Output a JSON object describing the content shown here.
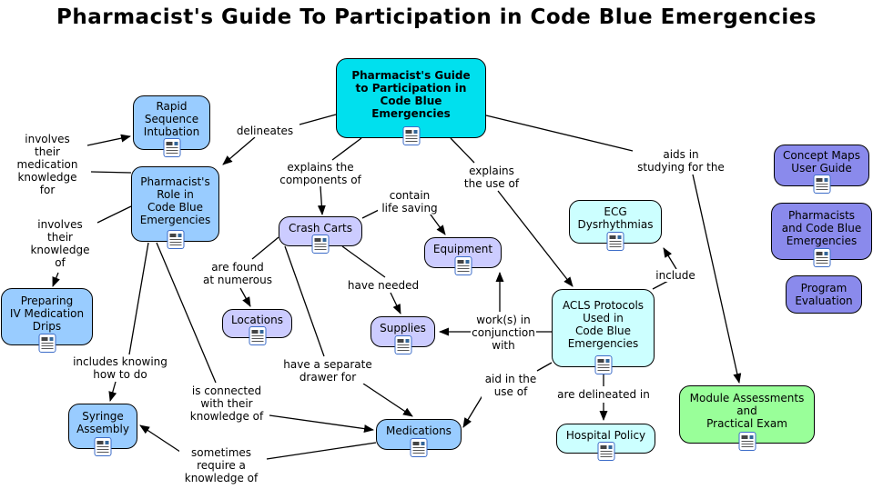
{
  "title": "Pharmacist's Guide To Participation in Code Blue Emergencies",
  "palette": {
    "main_node": "#00E0EE",
    "blue_node": "#99CCFF",
    "lavender_node": "#CCCCFF",
    "pale_cyan_node": "#CCFFFF",
    "green_node": "#99FF99",
    "periwinkle_node": "#8A8AEC",
    "line_color": "#000000",
    "node_border": "#000000"
  },
  "nodes": [
    {
      "id": "main",
      "label": "Pharmacist's Guide\nto Participation in\nCode Blue\nEmergencies",
      "color": "#00E0EE",
      "icon": "document-resource-icon"
    },
    {
      "id": "rapid-sequence-intubation",
      "label": "Rapid\nSequence\nIntubation",
      "color": "#99CCFF",
      "icon": "document-resource-icon"
    },
    {
      "id": "pharmacists-role",
      "label": "Pharmacist's\nRole in\nCode Blue\nEmergencies",
      "color": "#99CCFF",
      "icon": "document-resource-icon"
    },
    {
      "id": "preparing-iv-drips",
      "label": "Preparing\nIV Medication\nDrips",
      "color": "#99CCFF",
      "icon": "document-resource-icon"
    },
    {
      "id": "syringe-assembly",
      "label": "Syringe\nAssembly",
      "color": "#99CCFF",
      "icon": "document-resource-icon"
    },
    {
      "id": "crash-carts",
      "label": "Crash Carts",
      "color": "#CCCCFF",
      "icon": "document-resource-icon"
    },
    {
      "id": "locations",
      "label": "Locations",
      "color": "#CCCCFF",
      "icon": "document-resource-icon"
    },
    {
      "id": "equipment",
      "label": "Equipment",
      "color": "#CCCCFF",
      "icon": "document-resource-icon"
    },
    {
      "id": "supplies",
      "label": "Supplies",
      "color": "#CCCCFF",
      "icon": "document-resource-icon"
    },
    {
      "id": "medications",
      "label": "Medications",
      "color": "#99CCFF",
      "icon": "document-resource-icon"
    },
    {
      "id": "ecg-dysrhythmias",
      "label": "ECG\nDysrhythmias",
      "color": "#CCFFFF",
      "icon": "document-resource-icon"
    },
    {
      "id": "acls-protocols",
      "label": "ACLS Protocols\nUsed in\nCode Blue\nEmergencies",
      "color": "#CCFFFF",
      "icon": "document-resource-icon"
    },
    {
      "id": "hospital-policy",
      "label": "Hospital Policy",
      "color": "#CCFFFF",
      "icon": "document-resource-icon"
    },
    {
      "id": "module-assessments",
      "label": "Module Assessments\nand\nPractical Exam",
      "color": "#99FF99",
      "icon": "document-resource-icon"
    },
    {
      "id": "concept-maps-user-guide",
      "label": "Concept Maps\nUser Guide",
      "color": "#8A8AEC",
      "icon": "document-resource-icon"
    },
    {
      "id": "pharmacists-and-code-blue",
      "label": "Pharmacists\nand Code Blue\nEmergencies",
      "color": "#8A8AEC",
      "icon": "document-resource-icon"
    },
    {
      "id": "program-evaluation",
      "label": "Program\nEvaluation",
      "color": "#8A8AEC",
      "icon": null
    }
  ],
  "links": [
    {
      "label": "delineates",
      "from": "main",
      "to": "pharmacists-role"
    },
    {
      "label": "explains the\ncomponents of",
      "from": "main",
      "to": "crash-carts"
    },
    {
      "label": "explains\nthe use of",
      "from": "main",
      "to": "acls-protocols"
    },
    {
      "label": "aids in\nstudying for the",
      "from": "main",
      "to": "module-assessments"
    },
    {
      "label": "involves\ntheir\nmedication\nknowledge for",
      "from": "pharmacists-role",
      "to": "rapid-sequence-intubation"
    },
    {
      "label": "involves\ntheir\nknowledge\nof",
      "from": "pharmacists-role",
      "to": "preparing-iv-drips"
    },
    {
      "label": "includes knowing\nhow to do",
      "from": "pharmacists-role",
      "to": "syringe-assembly"
    },
    {
      "label": "is connected\nwith their\nknowledge of",
      "from": "pharmacists-role",
      "to": "medications"
    },
    {
      "label": "are found\nat numerous",
      "from": "crash-carts",
      "to": "locations"
    },
    {
      "label": "contain\nlife saving",
      "from": "crash-carts",
      "to": "equipment"
    },
    {
      "label": "have needed",
      "from": "crash-carts",
      "to": "supplies"
    },
    {
      "label": "have a separate\ndrawer for",
      "from": "crash-carts",
      "to": "medications"
    },
    {
      "label": "work(s) in\nconjunction\nwith",
      "from": "acls-protocols",
      "to": [
        "supplies",
        "equipment"
      ]
    },
    {
      "label": "include",
      "from": "acls-protocols",
      "to": "ecg-dysrhythmias"
    },
    {
      "label": "are delineated in",
      "from": "acls-protocols",
      "to": "hospital-policy"
    },
    {
      "label": "aid in the\nuse of",
      "from": "acls-protocols",
      "to": "medications"
    },
    {
      "label": "sometimes\nrequire a\nknowledge of",
      "from": "medications",
      "to": "syringe-assembly"
    }
  ]
}
